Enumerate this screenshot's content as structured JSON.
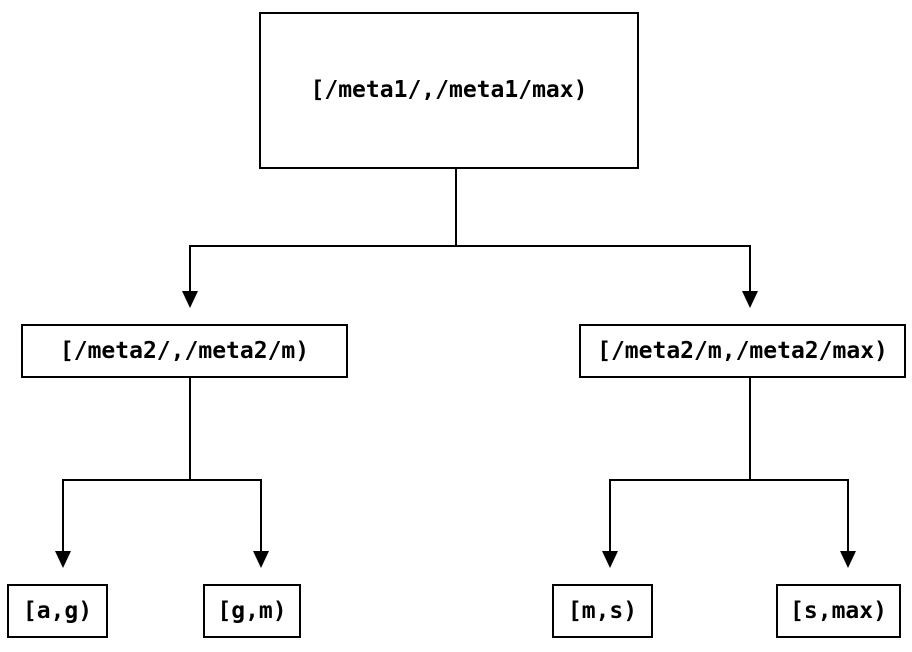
{
  "diagram": {
    "type": "tree",
    "background": "#ffffff",
    "line_color": "#000000",
    "text_color": "#000000",
    "nodes": {
      "root": {
        "label": "[/meta1/,/meta1/max)"
      },
      "level2": [
        {
          "label": "[/meta2/,/meta2/m)"
        },
        {
          "label": "[/meta2/m,/meta2/max)"
        }
      ],
      "leaves": [
        {
          "label": "[a,g)"
        },
        {
          "label": "[g,m)"
        },
        {
          "label": "[m,s)"
        },
        {
          "label": "[s,max)"
        }
      ]
    },
    "edges": [
      {
        "from": "root",
        "to": "level2.0"
      },
      {
        "from": "root",
        "to": "level2.1"
      },
      {
        "from": "level2.0",
        "to": "leaves.0"
      },
      {
        "from": "level2.0",
        "to": "leaves.1"
      },
      {
        "from": "level2.1",
        "to": "leaves.2"
      },
      {
        "from": "level2.1",
        "to": "leaves.3"
      }
    ]
  }
}
